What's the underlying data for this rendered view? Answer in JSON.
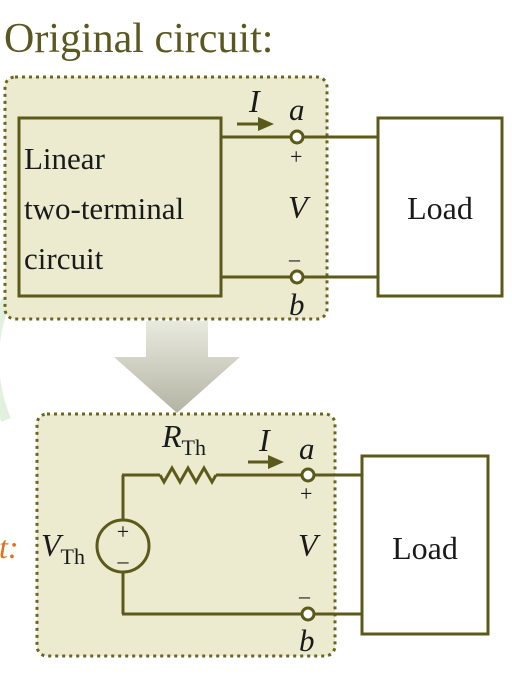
{
  "title": "Original circuit:",
  "cut_label": "t:",
  "original": {
    "box_label": [
      "Linear",
      "two-terminal",
      "circuit"
    ],
    "current": "I",
    "terminal_a": "a",
    "terminal_b": "b",
    "plus": "+",
    "minus": "–",
    "voltage": "V",
    "load": "Load"
  },
  "thevenin": {
    "resistor_main": "R",
    "resistor_sub": "Th",
    "source_main": "V",
    "source_sub": "Th",
    "source_plus": "+",
    "source_minus": "–",
    "current": "I",
    "terminal_a": "a",
    "terminal_b": "b",
    "plus": "+",
    "minus": "–",
    "voltage": "V",
    "load": "Load"
  },
  "colors": {
    "panel_fill": "#ecebcf",
    "panel_border": "#6b6520",
    "wire": "#5c5a1a",
    "text_dark": "#1a1a1a",
    "title": "#5a5820",
    "accent_orange": "#e0701e",
    "arrow_fill": "#cfd0c0"
  }
}
